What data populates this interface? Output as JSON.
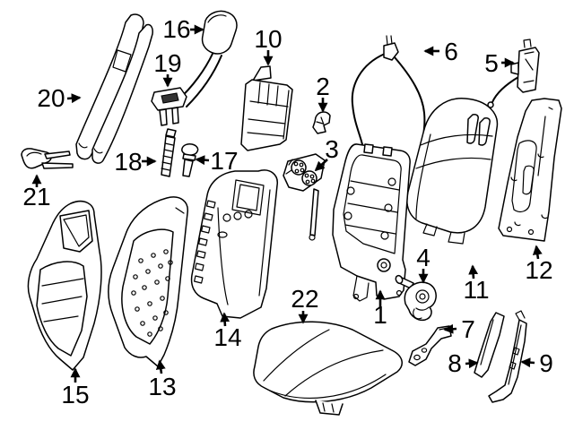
{
  "diagram": {
    "colors": {
      "background": "#ffffff",
      "line": "#000000",
      "label_text": "#000000"
    },
    "callouts": [
      {
        "number": "1"
      },
      {
        "number": "2"
      },
      {
        "number": "3"
      },
      {
        "number": "4"
      },
      {
        "number": "5"
      },
      {
        "number": "6"
      },
      {
        "number": "7"
      },
      {
        "number": "8"
      },
      {
        "number": "9"
      },
      {
        "number": "10"
      },
      {
        "number": "11"
      },
      {
        "number": "12"
      },
      {
        "number": "13"
      },
      {
        "number": "14"
      },
      {
        "number": "15"
      },
      {
        "number": "16"
      },
      {
        "number": "17"
      },
      {
        "number": "18"
      },
      {
        "number": "19"
      },
      {
        "number": "20"
      },
      {
        "number": "21"
      },
      {
        "number": "22"
      }
    ]
  }
}
